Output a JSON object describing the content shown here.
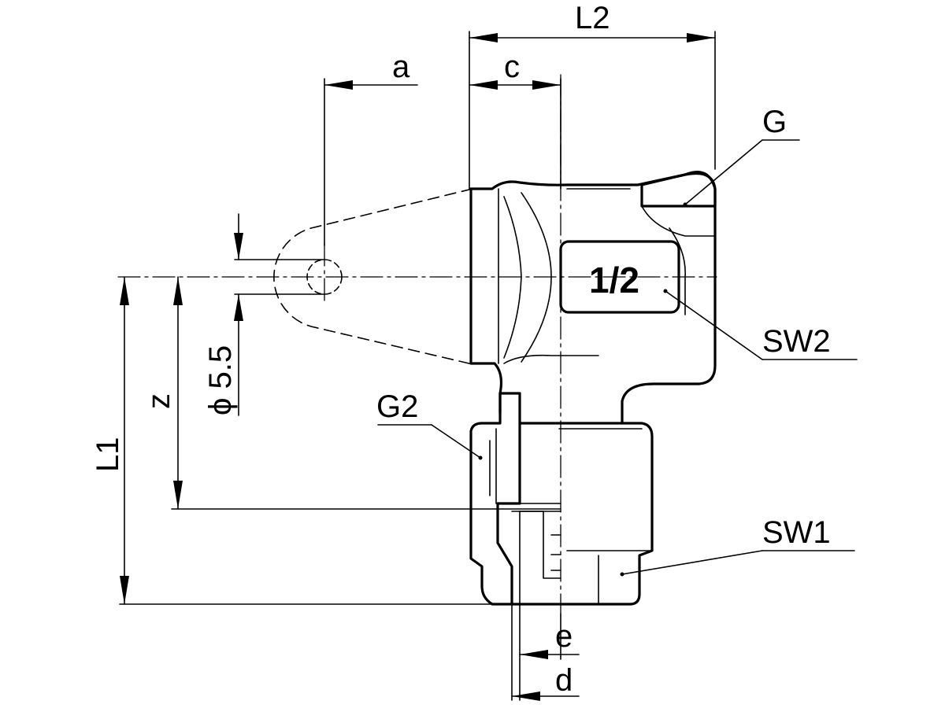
{
  "labels": {
    "L2": "L2",
    "a": "a",
    "c": "c",
    "G": "G",
    "mark": "1/2",
    "SW2": "SW2",
    "dia": "ϕ 5.5",
    "z": "z",
    "G2": "G2",
    "L1": "L1",
    "SW1": "SW1",
    "e": "e",
    "d": "d"
  },
  "colors": {
    "line": "#000000",
    "background": "#ffffff"
  }
}
